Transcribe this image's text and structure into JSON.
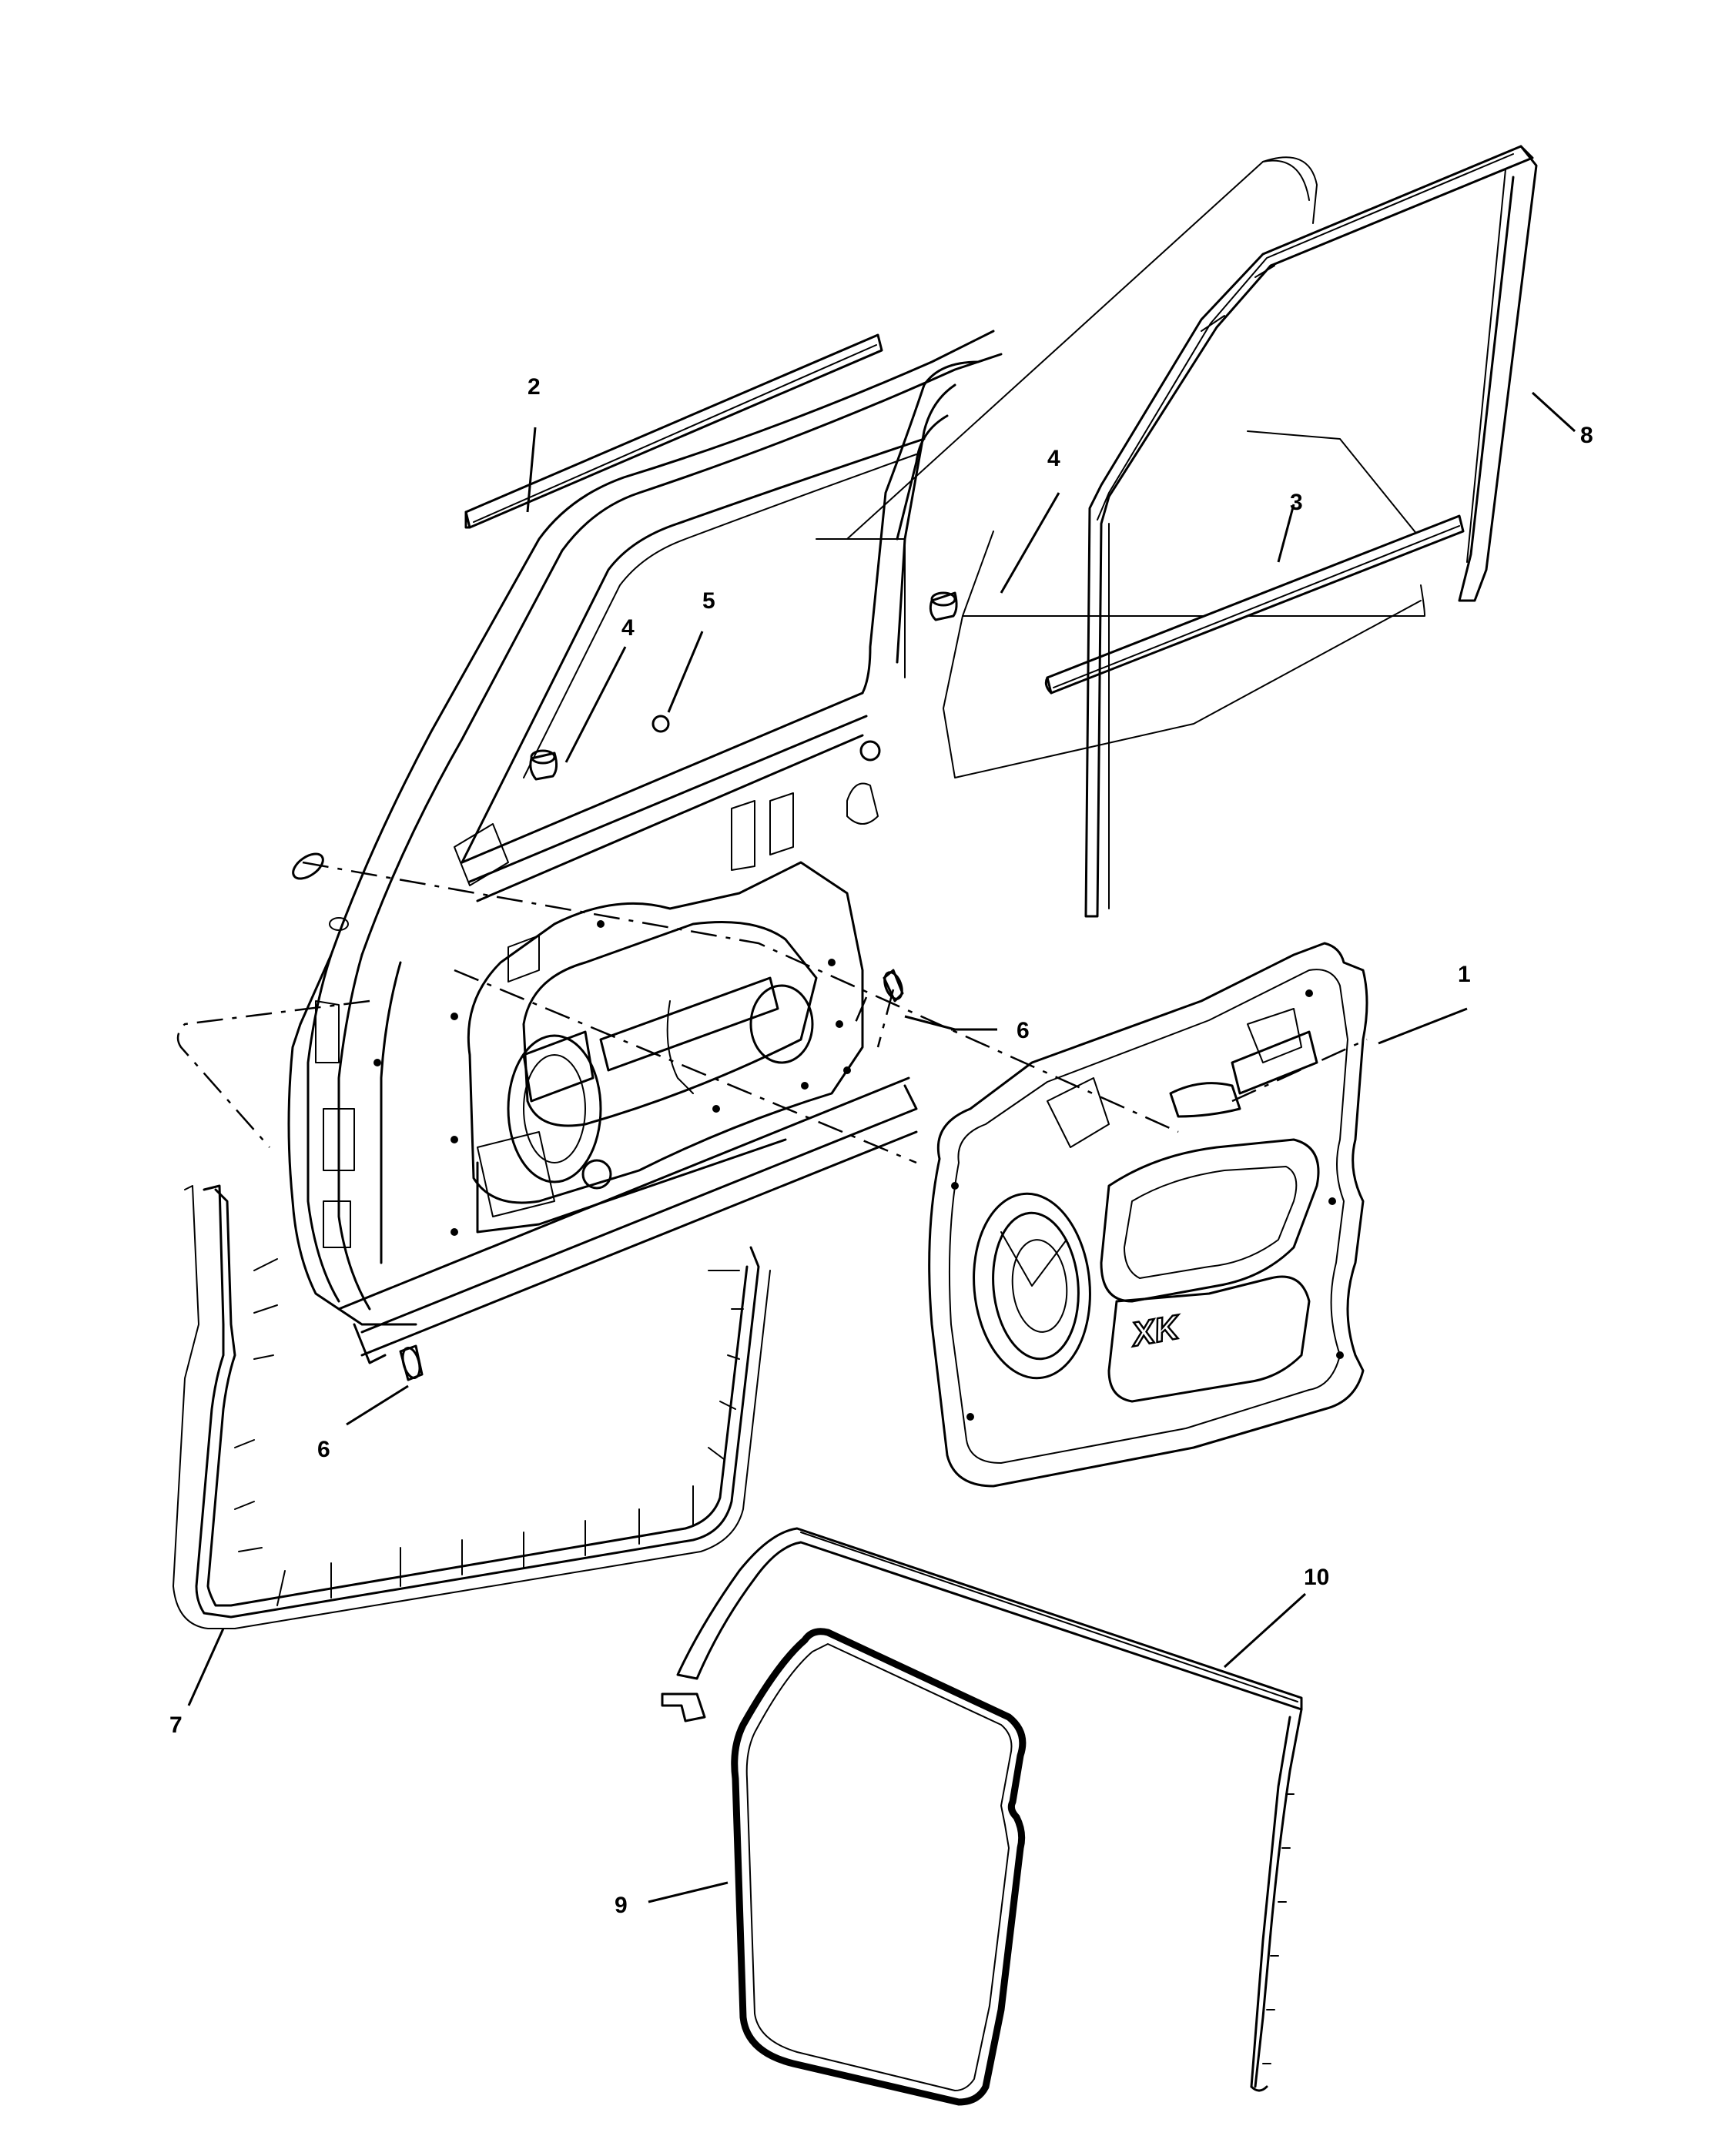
{
  "callouts": [
    {
      "id": "c1",
      "label": "1"
    },
    {
      "id": "c2",
      "label": "2"
    },
    {
      "id": "c3",
      "label": "3"
    },
    {
      "id": "c4a",
      "label": "4"
    },
    {
      "id": "c4b",
      "label": "4"
    },
    {
      "id": "c5",
      "label": "5"
    },
    {
      "id": "c6a",
      "label": "6"
    },
    {
      "id": "c6b",
      "label": "6"
    },
    {
      "id": "c7",
      "label": "7"
    },
    {
      "id": "c8",
      "label": "8"
    },
    {
      "id": "c9",
      "label": "9"
    },
    {
      "id": "c10",
      "label": "10"
    }
  ],
  "panel_marking": "XK"
}
